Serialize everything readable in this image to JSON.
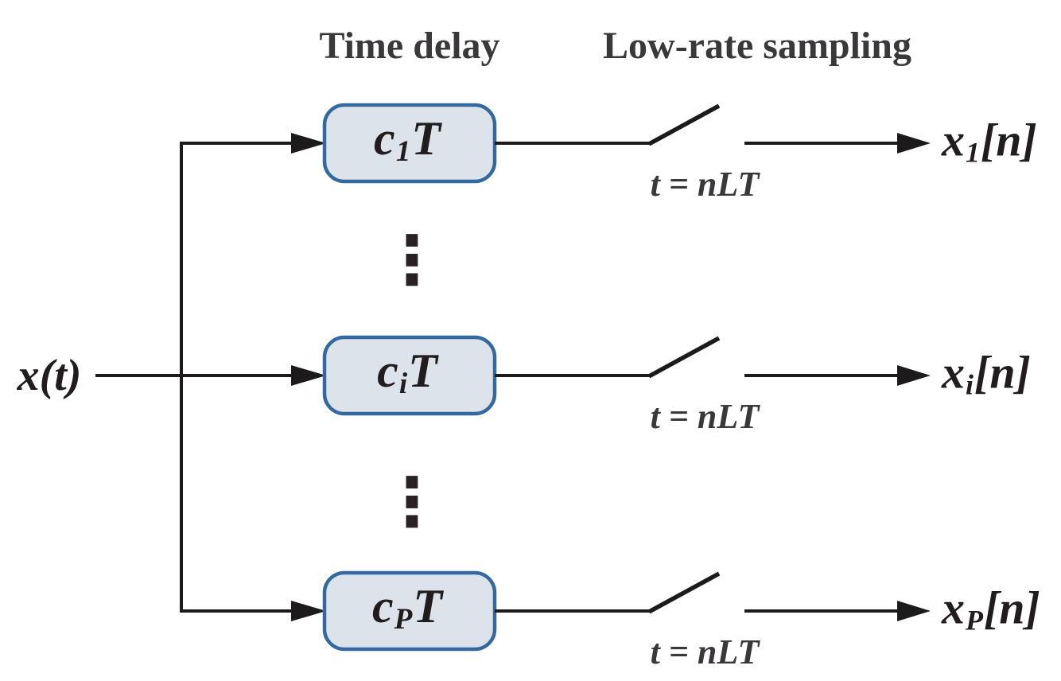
{
  "colors": {
    "ink": "#211d1e",
    "muted": "#3a383b",
    "line_color": "#1d1a1b",
    "box_fill": "#dde3ea",
    "box_border": "#33699e",
    "background": "#ffffff"
  },
  "diagram": {
    "headers": {
      "time_delay": "Time delay",
      "low_rate_sampling": "Low-rate sampling"
    },
    "input_label": "x(t)",
    "ellipsis": "⋮",
    "rows": [
      {
        "delay": {
          "base": "c",
          "sub": "1",
          "suffix": "T"
        },
        "switch_label": "t = nLT",
        "output": {
          "base": "x",
          "sub": "1",
          "suffix": "[n]"
        }
      },
      {
        "delay": {
          "base": "c",
          "sub": "i",
          "suffix": "T"
        },
        "switch_label": "t = nLT",
        "output": {
          "base": "x",
          "sub": "i",
          "suffix": "[n]"
        }
      },
      {
        "delay": {
          "base": "c",
          "sub": "P",
          "suffix": "T"
        },
        "switch_label": "t = nLT",
        "output": {
          "base": "x",
          "sub": "P",
          "suffix": "[n]"
        }
      }
    ]
  }
}
